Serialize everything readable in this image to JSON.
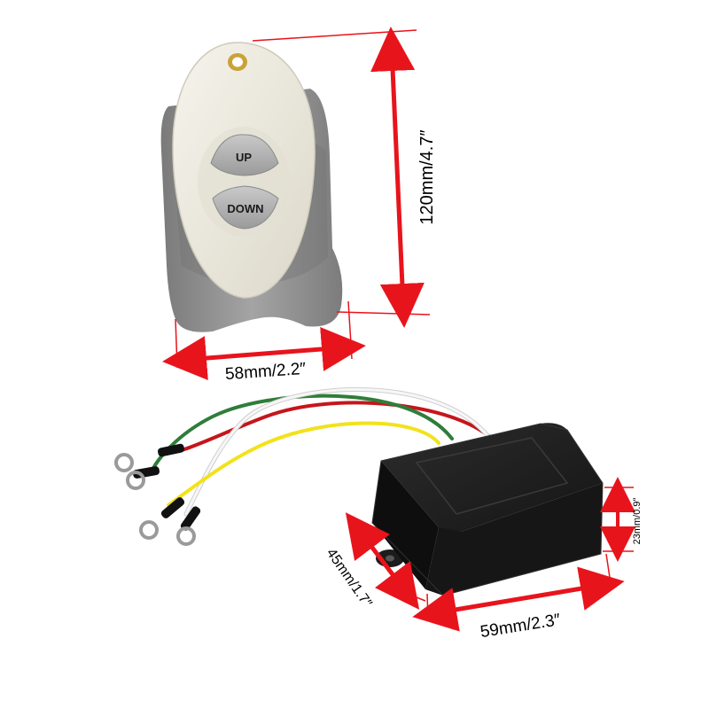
{
  "remote": {
    "up_label": "UP",
    "down_label": "DOWN"
  },
  "dimensions": {
    "remote_height": "120mm/4.7″",
    "remote_width": "58mm/2.2″",
    "receiver_width": "59mm/2.3″",
    "receiver_depth": "45mm/1.7″",
    "receiver_height": "23mm/0.9″"
  },
  "colors": {
    "arrow": "#e8141c",
    "remote_shell": "#ece9de",
    "remote_holder": "#8a8a8a",
    "receiver_body": "#1a1a1a",
    "wire_red": "#c4161c",
    "wire_green": "#2f7d3a",
    "wire_white": "#f4f4f4",
    "wire_yellow": "#f2e21a"
  }
}
